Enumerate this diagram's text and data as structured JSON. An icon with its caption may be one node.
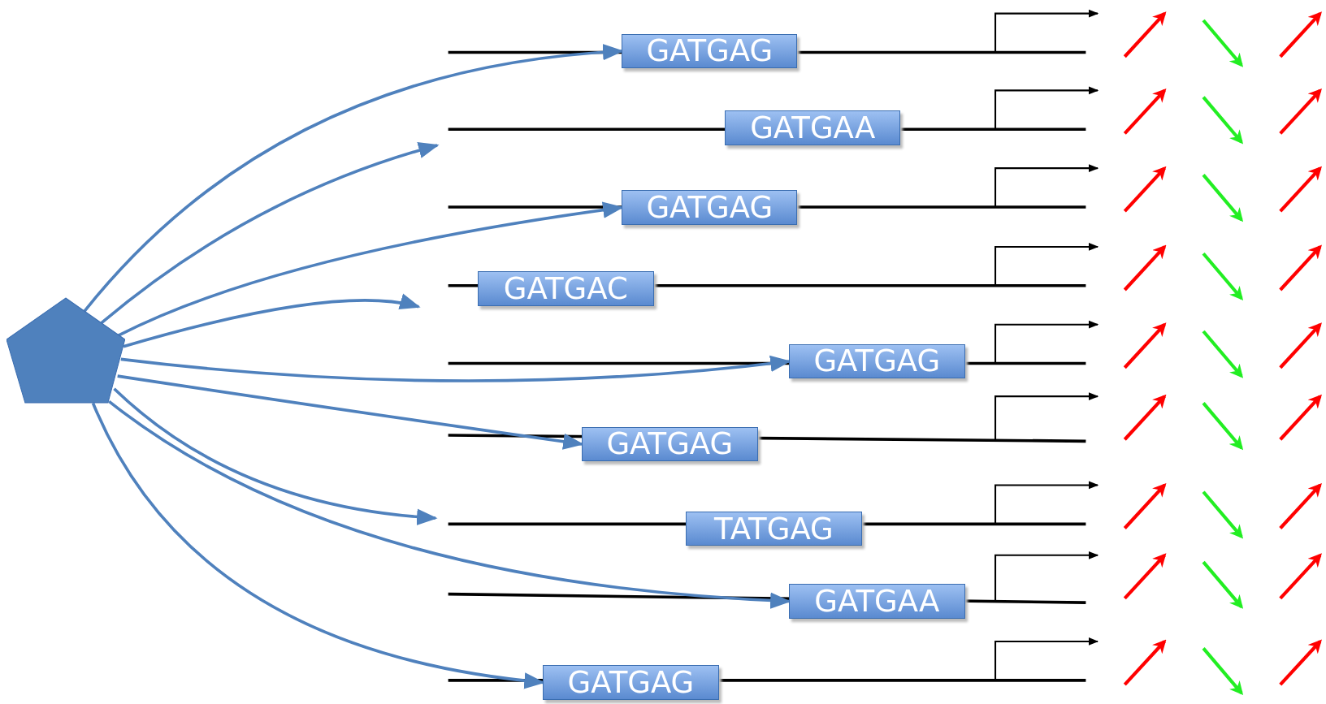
{
  "diagram": {
    "nodes": [
      {
        "text": [],
        "shape": "pentagon"
      },
      {
        "text": [
          "GATGAG"
        ]
      },
      {
        "text": [
          "GATGAA"
        ]
      },
      {
        "text": [
          "GATGAG"
        ]
      },
      {
        "text": [
          "GATGAC"
        ]
      },
      {
        "text": [
          "GATGAG"
        ]
      },
      {
        "text": [
          "GATGAG"
        ]
      },
      {
        "text": [
          "TATGAG"
        ]
      },
      {
        "text": [
          "GATGAA"
        ]
      },
      {
        "text": [
          "GATGAG"
        ]
      }
    ],
    "edges": [
      {
        "from": 0,
        "to": 1,
        "arrow": "to"
      },
      {
        "from": 0,
        "to": null,
        "arrow": "to"
      },
      {
        "from": 0,
        "to": 3,
        "arrow": "to"
      },
      {
        "from": 0,
        "to": null,
        "arrow": "to"
      },
      {
        "from": 0,
        "to": 5,
        "arrow": "to"
      },
      {
        "from": 0,
        "to": 6,
        "arrow": "to"
      },
      {
        "from": 0,
        "to": null,
        "arrow": "to"
      },
      {
        "from": 0,
        "to": 8,
        "arrow": "to"
      },
      {
        "from": 0,
        "to": 9,
        "arrow": "to"
      }
    ]
  }
}
